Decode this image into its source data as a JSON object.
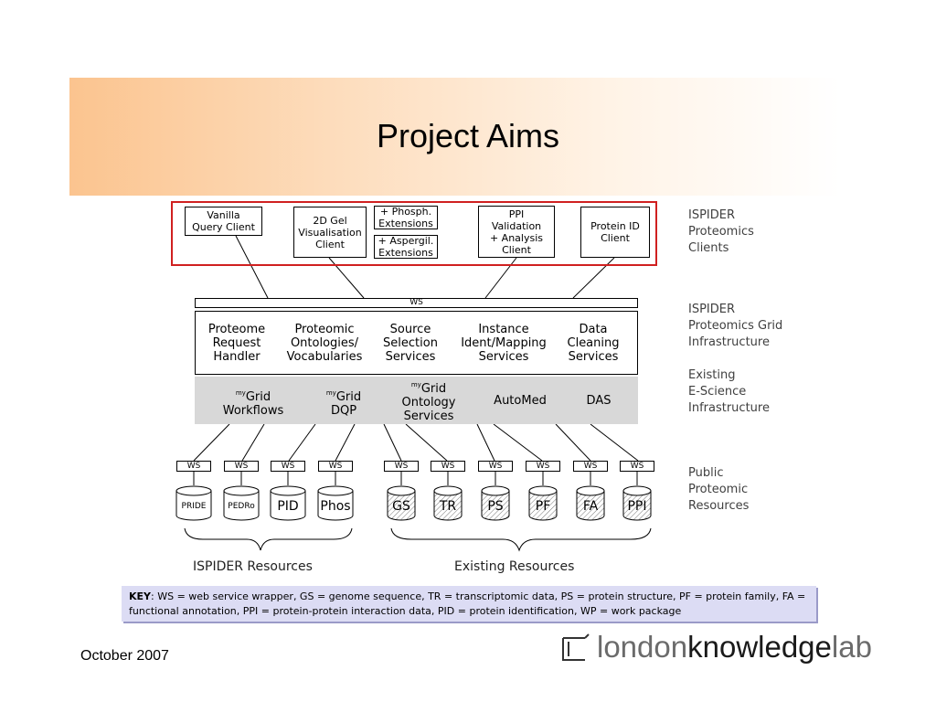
{
  "slide": {
    "title": "Project Aims",
    "footer_date": "October 2007"
  },
  "clients": {
    "vanilla": "Vanilla\nQuery Client",
    "gel": "2D Gel\nVisualisation\nClient",
    "phosph": "+ Phosph.\nExtensions",
    "aspergil": "+ Aspergil.\nExtensions",
    "ppi": "PPI\nValidation\n+ Analysis\nClient",
    "protein_id": "Protein ID\nClient"
  },
  "ws_bar": "WS",
  "services": {
    "proteome": "Proteome\nRequest\nHandler",
    "ontologies": "Proteomic\nOntologies/\nVocabularies",
    "source": "Source\nSelection\nServices",
    "instance": "Instance\nIdent/Mapping\nServices",
    "cleaning": "Data\nCleaning\nServices"
  },
  "infra": {
    "my_prefix": "my",
    "grid": "Grid",
    "workflows": "Workflows",
    "dqp": "DQP",
    "ontology_services": "Ontology\nServices",
    "automed": "AutoMed",
    "das": "DAS"
  },
  "side_labels": {
    "clients": "ISPIDER\nProteomics\nClients",
    "grid": "ISPIDER\nProteomics Grid\nInfrastructure",
    "escience": "Existing\nE-Science\nInfrastructure",
    "public": "Public\nProteomic\nResources"
  },
  "resources": {
    "ws_label": "WS",
    "ispider": [
      "PRIDE",
      "PEDRo",
      "PID",
      "Phos"
    ],
    "existing": [
      "GS",
      "TR",
      "PS",
      "PF",
      "FA",
      "PPI"
    ],
    "ispider_label": "ISPIDER Resources",
    "existing_label": "Existing Resources"
  },
  "key": {
    "label": "KEY",
    "text": ": WS = web service wrapper, GS = genome sequence, TR = transcriptomic data, PS = protein structure, PF = protein family, FA = functional annotation, PPI = protein-protein interaction data, PID = protein identification, WP = work package"
  },
  "logo": {
    "part1": "london",
    "part2": "knowledge",
    "part3": "lab"
  },
  "colors": {
    "frame_red": "#d02020",
    "title_band": "#fbc48f",
    "infra_grey": "#d8d8d8",
    "key_bg": "#dcdcf4"
  }
}
